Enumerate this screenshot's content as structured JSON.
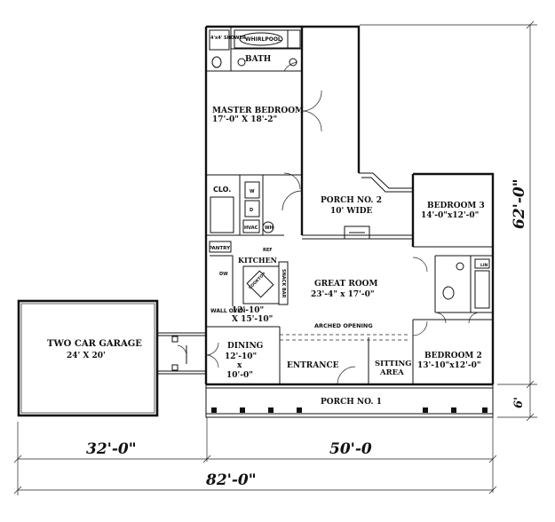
{
  "rooms": {
    "shower": "4'x4' SHOWER",
    "whirlpool": "WHIRLPOOL",
    "bath": "BATH",
    "master_bedroom": "MASTER BEDROOM",
    "master_size": "17'-0\" X 18'-2\"",
    "closet": "CLO.",
    "porch2": "PORCH NO. 2",
    "porch2_width": "10' WIDE",
    "bedroom3": "BEDROOM 3",
    "bedroom3_size": "14'-0\"x12'-0\"",
    "pantry": "PANTRY",
    "kitchen": "KITCHEN",
    "cooktop": "COOKTOP",
    "snack_bar": "SNACK BAR",
    "wall_oven": "WALL OVEN",
    "kitchen_size_a": "12'-10\"",
    "kitchen_size_b": "X 15'-10\"",
    "great_room": "GREAT ROOM",
    "great_room_size": "23'-4\" x 17'-0\"",
    "arched_opening": "ARCHED OPENING",
    "garage": "TWO CAR GARAGE",
    "garage_size": "24' X 20'",
    "dining": "DINING",
    "dining_size_a": "12'-10\"",
    "dining_size_x": "x",
    "dining_size_b": "10'-0\"",
    "entrance": "ENTRANCE",
    "sitting": "SITTING",
    "sitting_area": "AREA",
    "bedroom2": "BEDROOM 2",
    "bedroom2_size": "13'-10\"x12'-0\"",
    "porch1": "PORCH NO. 1",
    "hvac": "HVAC",
    "wh": "WH",
    "ref": "REF",
    "dw": "DW",
    "w": "W",
    "d": "D",
    "linen": "LIN"
  },
  "dimensions": {
    "garage_width": "32'-0\"",
    "house_width": "50'-0",
    "total_width": "82'-0\"",
    "depth": "62'-0\"",
    "porch_depth": "6'"
  }
}
